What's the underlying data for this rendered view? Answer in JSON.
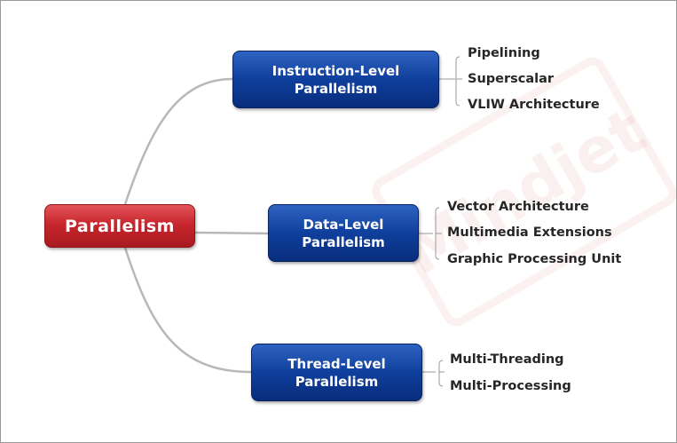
{
  "root": {
    "label": "Parallelism"
  },
  "watermark": {
    "text": "Mindjet"
  },
  "topics": [
    {
      "line1": "Instruction-Level",
      "line2": "Parallelism",
      "children": [
        "Pipelining",
        "Superscalar",
        "VLIW Architecture"
      ]
    },
    {
      "line1": "Data-Level",
      "line2": "Parallelism",
      "children": [
        "Vector Architecture",
        "Multimedia Extensions",
        "Graphic Processing Unit"
      ]
    },
    {
      "line1": "Thread-Level",
      "line2": "Parallelism",
      "children": [
        "Multi-Threading",
        "Multi-Processing"
      ]
    }
  ],
  "colors": {
    "root_fill": "#c8262d",
    "topic_fill": "#0f3f9c",
    "connector": "#b8b8b8",
    "leaf_text": "#262626"
  }
}
